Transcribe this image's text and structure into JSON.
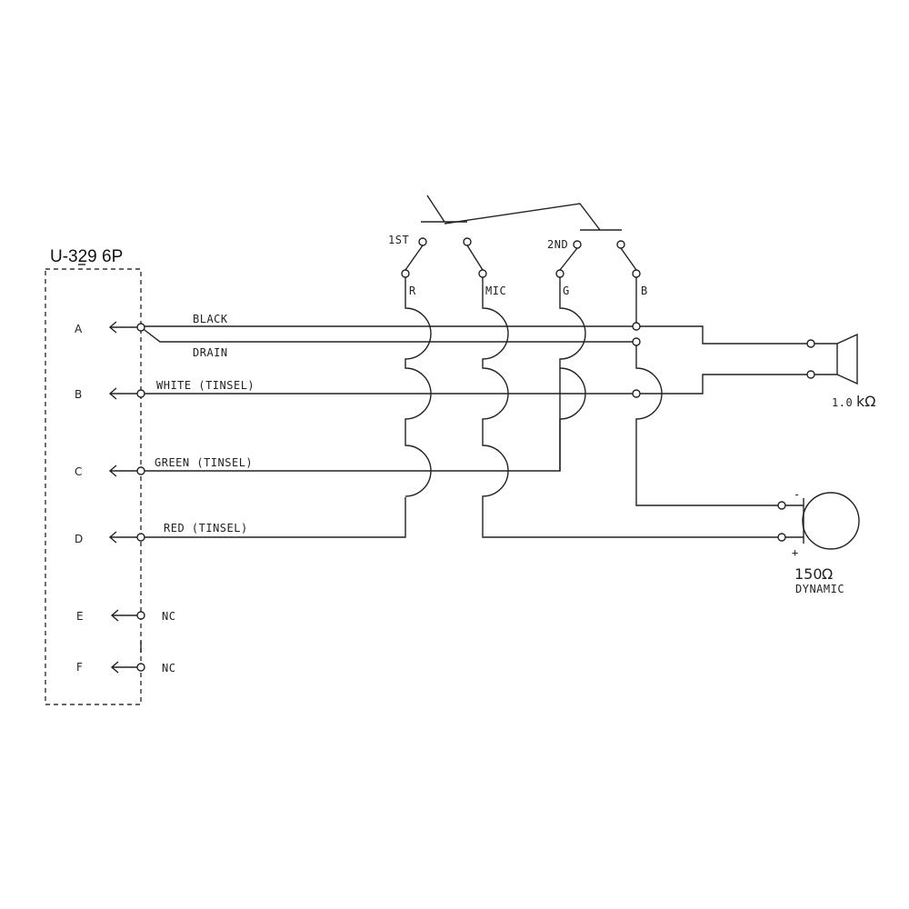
{
  "connector": {
    "title": "U-329 6P",
    "pins": [
      "A",
      "B",
      "C",
      "D",
      "E",
      "F"
    ],
    "nc": "NC"
  },
  "wires": {
    "black": "BLACK",
    "drain": "DRAIN",
    "white": "WHITE (TINSEL)",
    "green": "GREEN (TINSEL)",
    "red": "RED (TINSEL)"
  },
  "switch": {
    "first": "1ST",
    "second": "2ND",
    "contacts": [
      "R",
      "MIC",
      "G",
      "B"
    ]
  },
  "earphone": {
    "value": "1.0",
    "unit": "kΩ"
  },
  "microphone": {
    "value": "150",
    "unit": "Ω",
    "type": "DYNAMIC",
    "minus": "-",
    "plus": "+"
  }
}
